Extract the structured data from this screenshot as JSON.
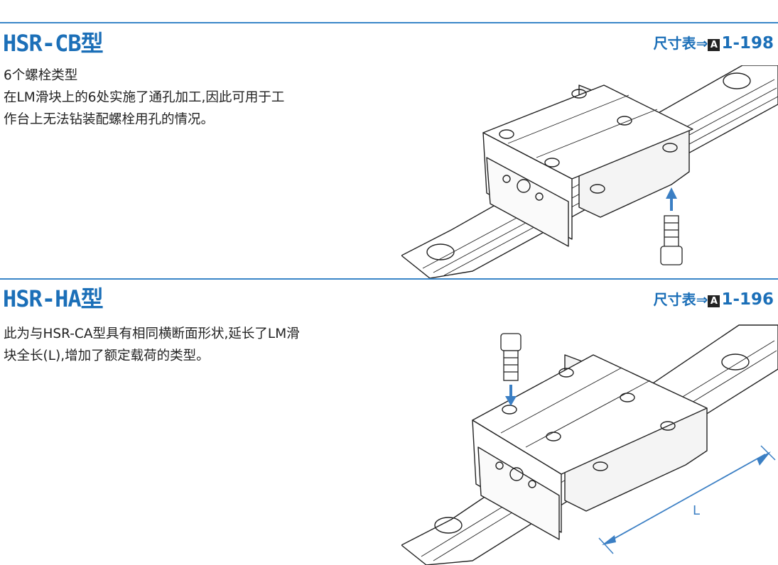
{
  "sections": [
    {
      "title": "HSR-CB型",
      "ref_label": "尺寸表⇒",
      "ref_badge": "A",
      "ref_page": "1-198",
      "lines": [
        "6个螺栓类型",
        "在LM滑块上的6处实施了通孔加工,因此可用于工",
        "作台上无法钻装配螺栓用孔的情况。"
      ]
    },
    {
      "title": "HSR-HA型",
      "ref_label": "尺寸表⇒",
      "ref_badge": "A",
      "ref_page": "1-196",
      "lines": [
        "此为与HSR-CA型具有相同横断面形状,延长了LM滑",
        "块全长(L),增加了额定载荷的类型。"
      ],
      "dimension_label": "L"
    }
  ],
  "colors": {
    "accent": "#1b6fb8",
    "rule": "#3a86c8",
    "arrow": "#3b7fc4"
  }
}
